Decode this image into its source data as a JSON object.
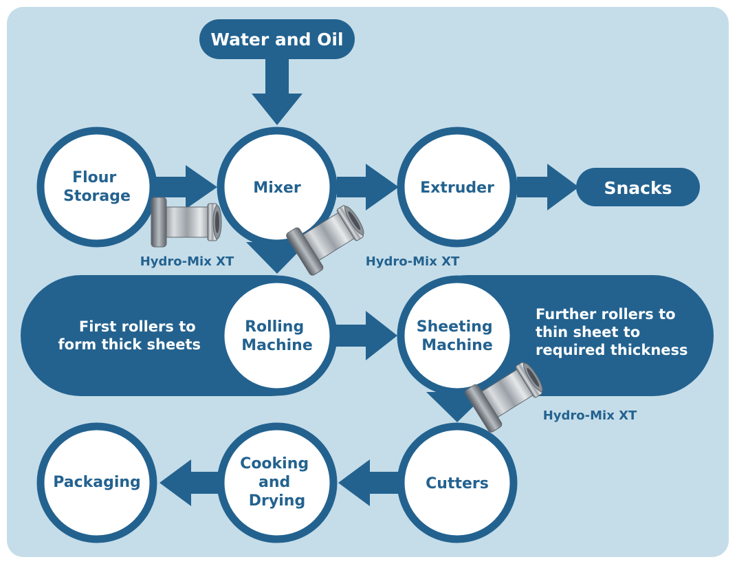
{
  "diagram": {
    "inputs": {
      "water_and_oil": "Water and Oil"
    },
    "nodes": {
      "flour_storage": [
        "Flour",
        "Storage"
      ],
      "mixer": [
        "Mixer"
      ],
      "extruder": [
        "Extruder"
      ],
      "rolling_machine": [
        "Rolling",
        "Machine"
      ],
      "sheeting_machine": [
        "Sheeting",
        "Machine"
      ],
      "cutters": [
        "Cutters"
      ],
      "cooking_and_drying": [
        "Cooking",
        "and",
        "Drying"
      ],
      "packaging": [
        "Packaging"
      ]
    },
    "outputs": {
      "snacks": "Snacks"
    },
    "notes": {
      "rolling": [
        "First rollers to",
        "form thick sheets"
      ],
      "sheeting": [
        "Further rollers to",
        "thin sheet to",
        "required thickness"
      ]
    },
    "fittings": [
      "Hydro-Mix XT",
      "Hydro-Mix XT",
      "Hydro-Mix XT"
    ],
    "colors": {
      "background_panel": "#c5dde9",
      "primary_blue": "#23628f",
      "circle_fill": "#ffffff",
      "page_background": "#ffffff"
    }
  }
}
